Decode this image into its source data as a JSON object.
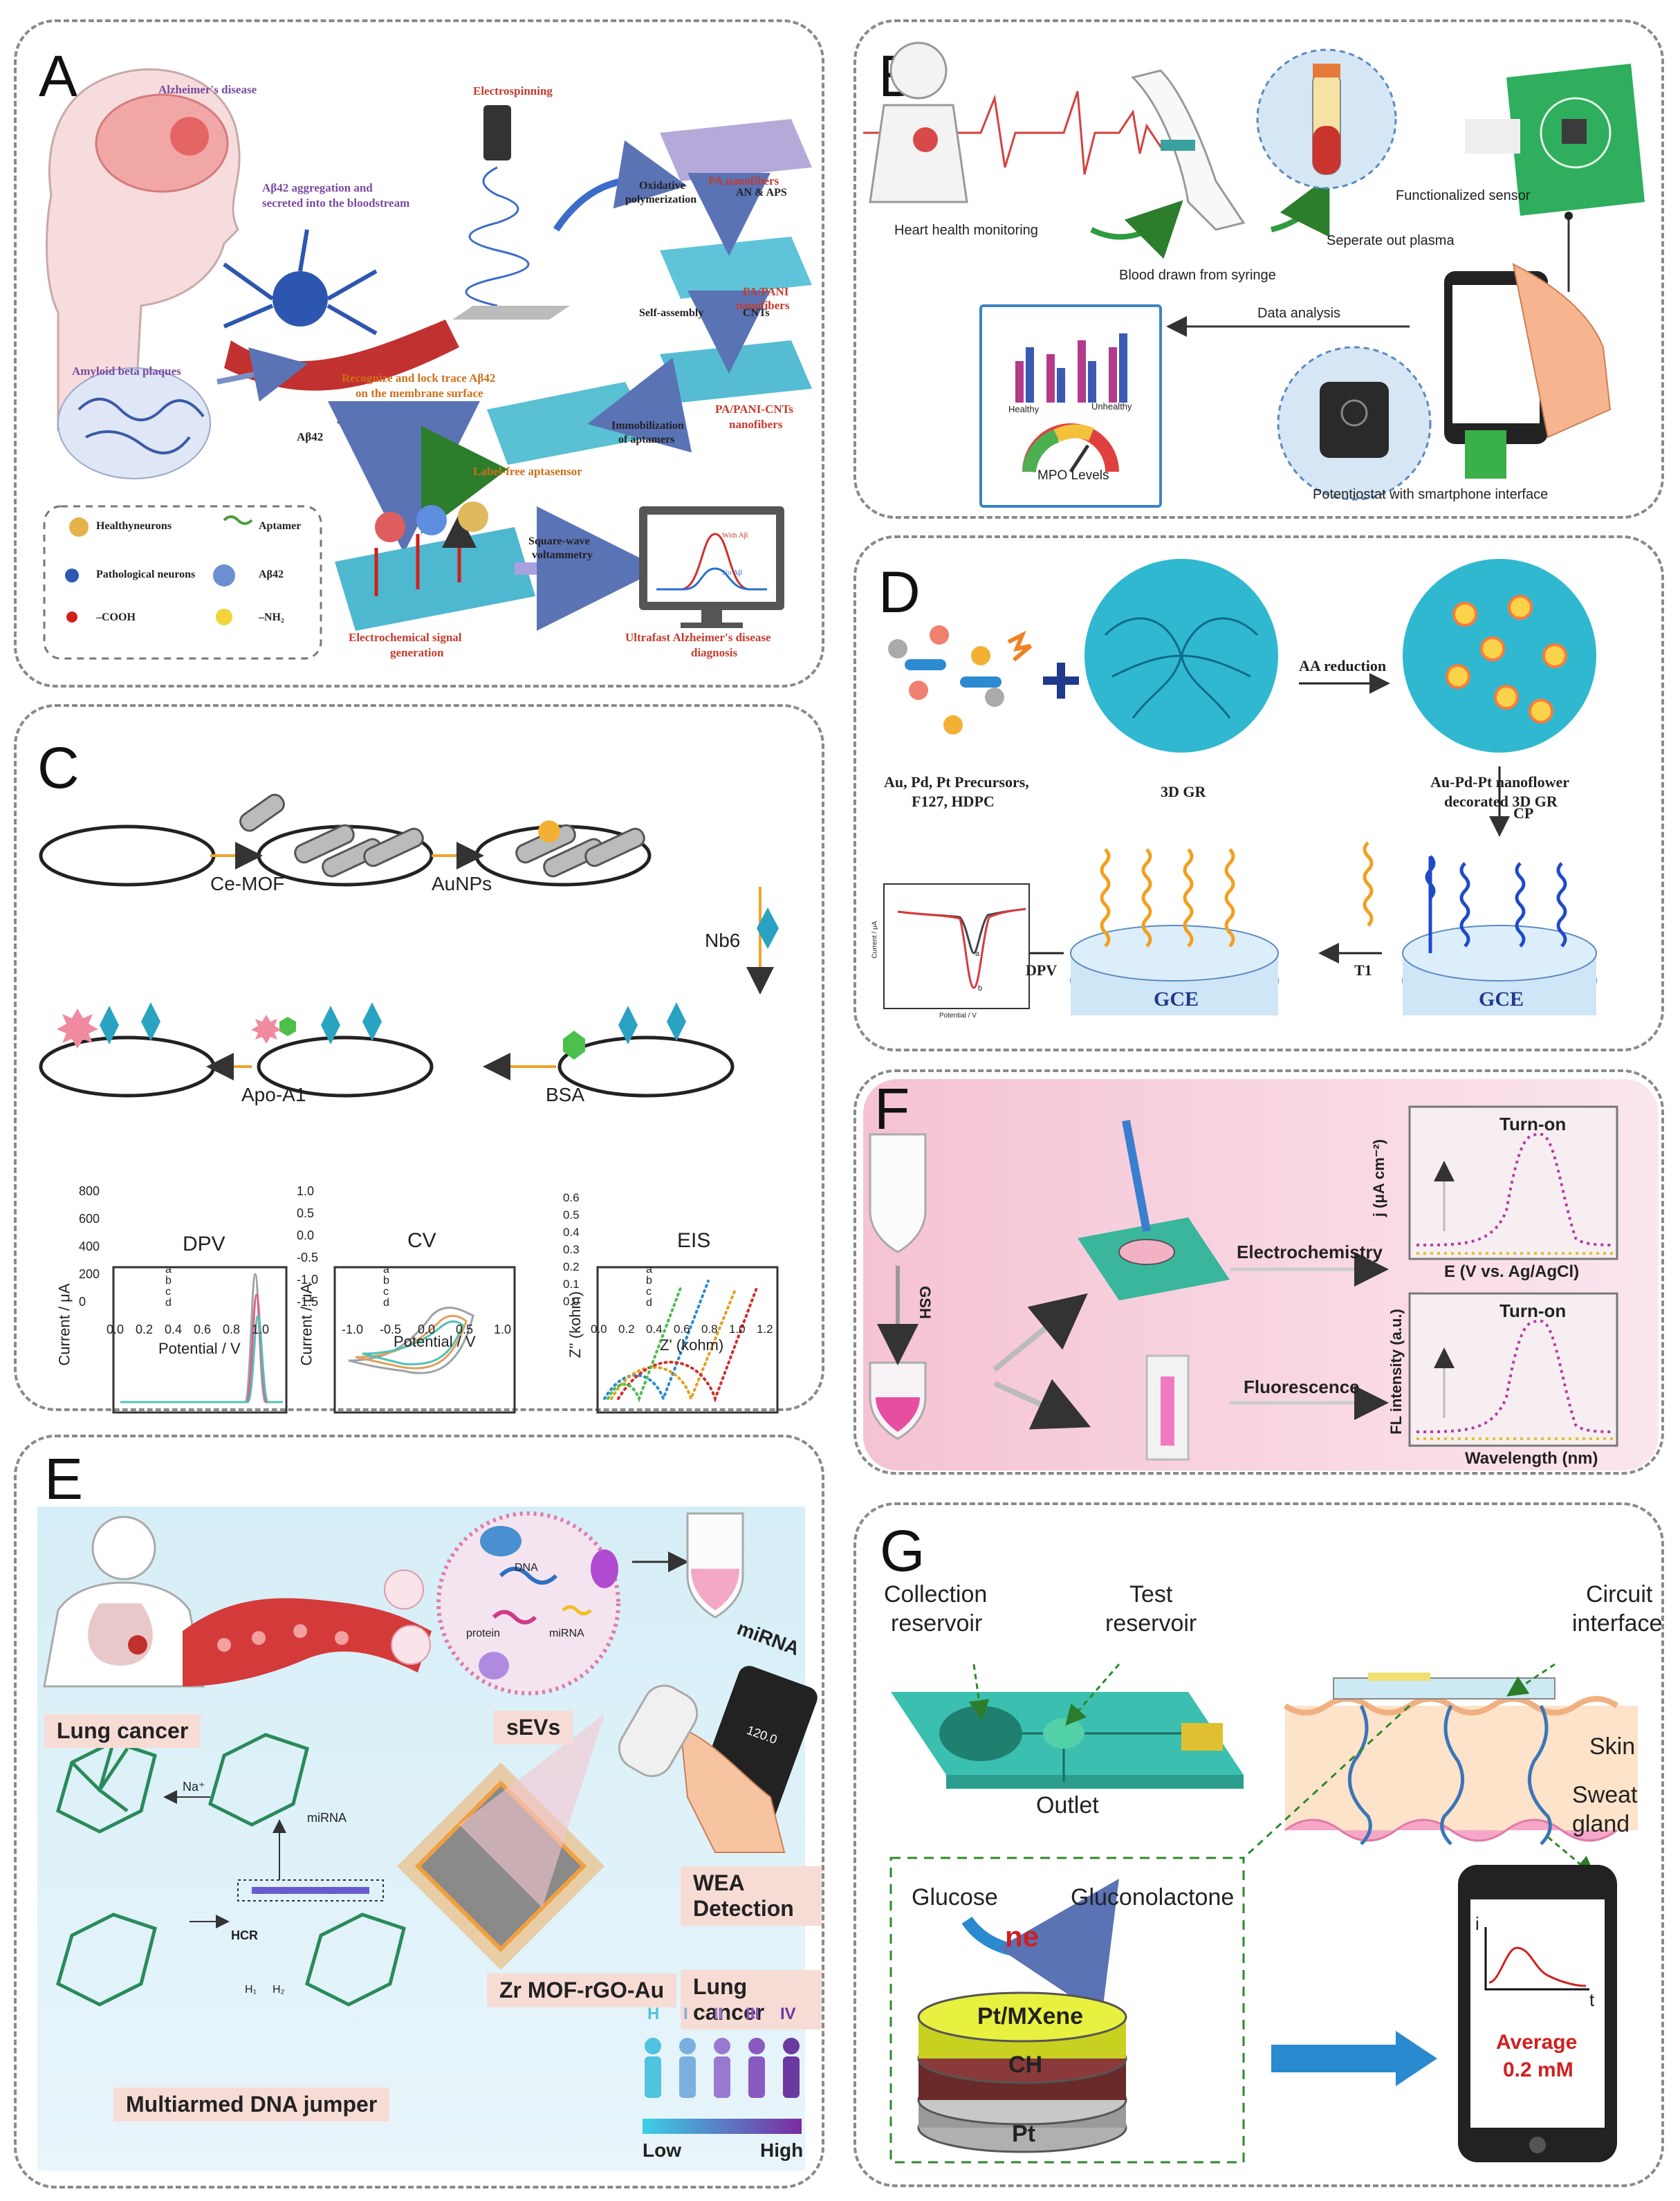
{
  "panels": {
    "A": {
      "label": "A",
      "alzheimers": "Alzheimer's disease",
      "abeta_agg": "Aβ42 aggregation and",
      "abeta_agg2": "secreted into the bloodstream",
      "amyloid": "Amyloid beta plaques",
      "electrospinning": "Electrospinning",
      "pa_nano": "PA nanofibers",
      "oxidative": "Oxidative",
      "polymerization": "polymerization",
      "an_aps": "AN & APS",
      "pa_pani": "PA/PANI",
      "nanofibers": "nanofibers",
      "self_assembly": "Self-assembly",
      "cnts": "CNTs",
      "pa_pani_cnts": "PA/PANI-CNTs",
      "nanofibers2": "nanofibers",
      "recognize": "Recognize and lock trace Aβ42",
      "recognize2": "on the membrane surface",
      "abeta42": "Aβ42",
      "immob": "Immobilization",
      "immob2": "of aptamers",
      "labelfree": "Label-free aptasensor",
      "sqw": "Square-wave",
      "sqw2": "voltammetry",
      "elec_signal": "Electrochemical signal",
      "elec_signal2": "generation",
      "ultrafast": "Ultrafast Alzheimer's disease",
      "ultrafast2": "diagnosis",
      "with_ab": "With Aβ",
      "no_ab": "No Aβ",
      "legend": {
        "healthy": "Healthyneurons",
        "aptamer": "Aptamer",
        "patho": "Pathological neurons",
        "ab42": "Aβ42",
        "cooh": "–COOH",
        "nh2": "–NH₂"
      }
    },
    "B": {
      "label": "B",
      "heart": "Heart health monitoring",
      "blood": "Blood drawn from syringe",
      "seperate": "Seperate out plasma",
      "functionalized": "Functionalized sensor",
      "data_analysis": "Data analysis",
      "healthy": "Healthy",
      "unhealthy": "Unhealthy",
      "mpo": "MPO Levels",
      "potentiostat": "Potentiostat with smartphone interface"
    },
    "C": {
      "label": "C",
      "cemof": "Ce-MOF",
      "aunps": "AuNPs",
      "nb6": "Nb6",
      "apoa1": "Apo-A1",
      "bsa": "BSA",
      "dpv": "DPV",
      "cv": "CV",
      "eis": "EIS",
      "dpv_ylabel": "Current / μA",
      "dpv_xlabel": "Potential / V",
      "cv_ylabel": "Current / μA",
      "cv_xlabel": "Potential / V",
      "eis_ylabel": "Z'' (kohm)",
      "eis_xlabel": "Z' (kohm)",
      "legend": [
        "a",
        "b",
        "c",
        "d"
      ],
      "dpv_yticks": [
        "0",
        "200",
        "400",
        "600",
        "800"
      ],
      "dpv_xticks": [
        "0.0",
        "0.2",
        "0.4",
        "0.6",
        "0.8",
        "1.0"
      ],
      "cv_yticks": [
        "-1.5",
        "-1.0",
        "-0.5",
        "0.0",
        "0.5",
        "1.0"
      ],
      "cv_xticks": [
        "-1.0",
        "-0.5",
        "0.0",
        "0.5",
        "1.0"
      ],
      "eis_yticks": [
        "0.0",
        "0.1",
        "0.2",
        "0.3",
        "0.4",
        "0.5",
        "0.6"
      ],
      "eis_xticks": [
        "0.0",
        "0.2",
        "0.4",
        "0.6",
        "0.8",
        "1.0",
        "1.2"
      ]
    },
    "D": {
      "label": "D",
      "precursors": "Au, Pd, Pt Precursors,",
      "precursors2": "F127, HDPC",
      "gr3d": "3D GR",
      "aa": "AA reduction",
      "nanoflower": "Au-Pd-Pt nanoflower",
      "nanoflower2": "decorated 3D GR",
      "cp": "CP",
      "t1": "T1",
      "dpv": "DPV",
      "gce": "GCE",
      "gce2": "GCE",
      "ylabel": "Current / μA",
      "xlabel": "Potential / V",
      "a": "a",
      "b": "b"
    },
    "E": {
      "label": "E",
      "dna": "DNA",
      "protein": "protein",
      "mirna_small": "miRNA",
      "mirna": "miRNA",
      "lung": "Lung cancer",
      "sevs": "sEVs",
      "na": "Na⁺",
      "mirna2": "miRNA",
      "hcr": "HCR",
      "h1": "H₁",
      "h2": "H₂",
      "zr": "Zr MOF-rGO-Au",
      "wea": "WEA Detection",
      "lung2": "Lung cancer",
      "phone": "120.0",
      "jumper": "Multiarmed DNA jumper",
      "stages": [
        "H",
        "I",
        "II",
        "III",
        "IV"
      ],
      "low": "Low",
      "high": "High"
    },
    "F": {
      "label": "F",
      "gsh": "GSH",
      "electrochem": "Electrochemistry",
      "fluorescence": "Fluorescence",
      "turnon1": "Turn-on",
      "turnon2": "Turn-on",
      "y1": "j (μA cm⁻²)",
      "x1": "E (V vs. Ag/AgCl)",
      "y2": "FL intensity (a.u.)",
      "x2": "Wavelength (nm)"
    },
    "G": {
      "label": "G",
      "collection": "Collection",
      "reservoir": "reservoir",
      "test": "Test",
      "reservoir2": "reservoir",
      "circuit": "Circuit",
      "interface": "interface",
      "skin": "Skin",
      "outlet": "Outlet",
      "sweat": "Sweat",
      "gland": "gland",
      "glucose": "Glucose",
      "gluconolactone": "Gluconolactone",
      "ne": "ne",
      "ptmxene": "Pt/MXene",
      "ch": "CH",
      "pt": "Pt",
      "i": "i",
      "t": "t",
      "average": "Average",
      "value": "0.2 mM"
    }
  },
  "colors": {
    "panel_border": "#8a8a8a",
    "accent_blue": "#2f5fa8",
    "pink": "#f4c6d0",
    "teal": "#1fb6c7"
  }
}
